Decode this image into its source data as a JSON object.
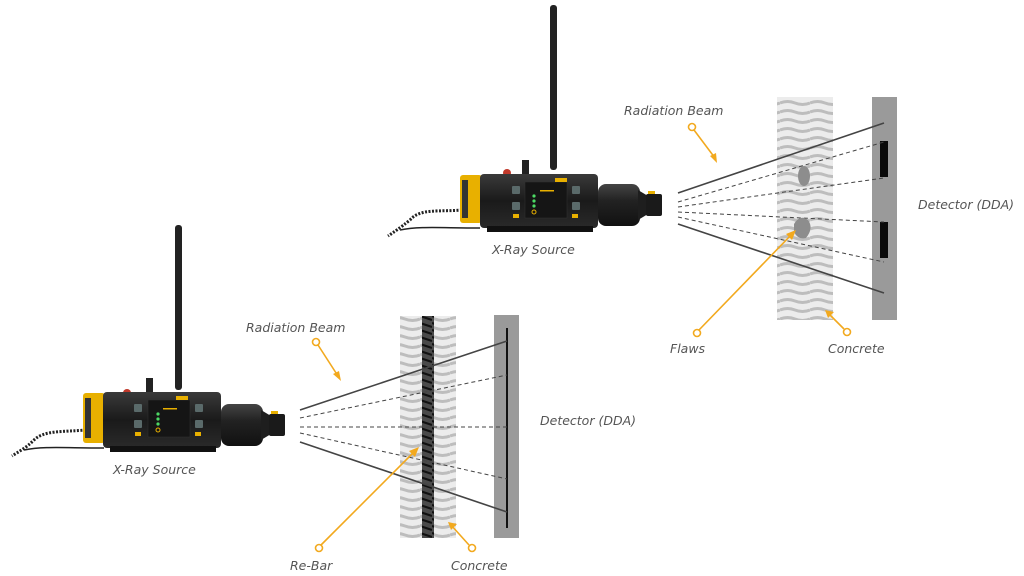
{
  "colors": {
    "accent": "#F2A91E",
    "device_body": "#1e1e1e",
    "device_yellow": "#E8B000",
    "concrete": "#e6e6e6",
    "concrete_wave": "#b9b9b9",
    "detector": "#9a9a9a",
    "beam_line": "#444444"
  },
  "top_diagram": {
    "source_label": "X-Ray Source",
    "beam_label": "Radiation Beam",
    "detector_label": "Detector (DDA)",
    "flaws_label": "Flaws",
    "concrete_label": "Concrete"
  },
  "bottom_diagram": {
    "source_label": "X-Ray Source",
    "beam_label": "Radiation Beam",
    "detector_label": "Detector (DDA)",
    "rebar_label": "Re-Bar",
    "concrete_label": "Concrete"
  }
}
